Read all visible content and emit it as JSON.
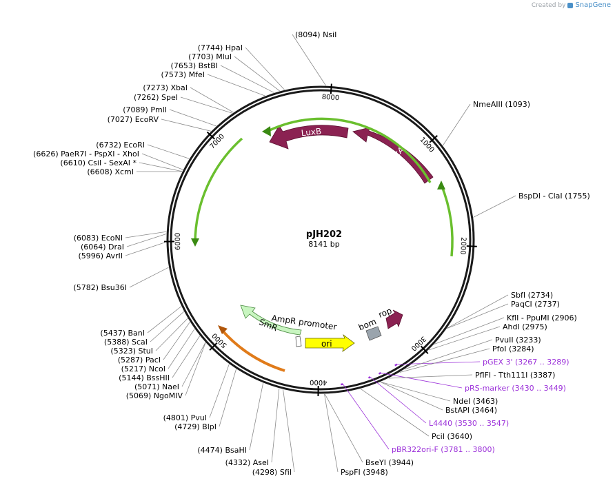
{
  "header": {
    "created_by": "Created by",
    "brand": "SnapGene"
  },
  "plasmid": {
    "name": "pJH202",
    "size": "8141 bp",
    "length": 8141
  },
  "ticks": [
    {
      "pos": 0,
      "label": "8000"
    },
    {
      "pos": 1000,
      "label": "1000"
    },
    {
      "pos": 2000,
      "label": "2000"
    },
    {
      "pos": 3000,
      "label": "3000"
    },
    {
      "pos": 4000,
      "label": "4000"
    },
    {
      "pos": 5000,
      "label": "5000"
    },
    {
      "pos": 6000,
      "label": "6000"
    },
    {
      "pos": 7000,
      "label": "7000"
    }
  ],
  "sites": [
    {
      "text": "(8094)  NsiI",
      "pos": 8094
    },
    {
      "text": "(7744)  HpaI",
      "pos": 7744
    },
    {
      "text": "(7703)  MluI",
      "pos": 7703
    },
    {
      "text": "(7653)  BstBI",
      "pos": 7653
    },
    {
      "text": "(7573)  MfeI",
      "pos": 7573
    },
    {
      "text": "(7273)  XbaI",
      "pos": 7273
    },
    {
      "text": "(7262)  SpeI",
      "pos": 7262
    },
    {
      "text": "(7089)  PmlI",
      "pos": 7089
    },
    {
      "text": "(7027)  EcoRV",
      "pos": 7027
    },
    {
      "text": "(6732)  EcoRI",
      "pos": 6732
    },
    {
      "text": "(6626)  PaeR7I - PspXI - XhoI",
      "pos": 6626
    },
    {
      "text": "(6610)  CsiI - SexAI *",
      "pos": 6610
    },
    {
      "text": "(6608)  XcmI",
      "pos": 6608
    },
    {
      "text": "NmeAIII    (1093)",
      "pos": 1093
    },
    {
      "text": "BspDI - ClaI    (1755)",
      "pos": 1755
    },
    {
      "text": "(6083)  EcoNI",
      "pos": 6083
    },
    {
      "text": "(6064)  DraI",
      "pos": 6064
    },
    {
      "text": "(5996)  AvrII",
      "pos": 5996
    },
    {
      "text": "(5782)  Bsu36I",
      "pos": 5782
    },
    {
      "text": "SbfI    (2734)",
      "pos": 2734
    },
    {
      "text": "PaqCI    (2737)",
      "pos": 2737
    },
    {
      "text": "KflI - PpuMI    (2906)",
      "pos": 2906
    },
    {
      "text": "AhdI    (2975)",
      "pos": 2975
    },
    {
      "text": "PvuII    (3233)",
      "pos": 3233
    },
    {
      "text": "PfoI    (3284)",
      "pos": 3284
    },
    {
      "text": "PflFI - Tth111I    (3387)",
      "pos": 3387
    },
    {
      "text": "NdeI    (3463)",
      "pos": 3463
    },
    {
      "text": "BstAPI    (3464)",
      "pos": 3464
    },
    {
      "text": "PciI    (3640)",
      "pos": 3640
    },
    {
      "text": "BseYI    (3944)",
      "pos": 3944
    },
    {
      "text": "PspFI    (3948)",
      "pos": 3948
    },
    {
      "text": "(5437)  BanI",
      "pos": 5437
    },
    {
      "text": "(5388)  ScaI",
      "pos": 5388
    },
    {
      "text": "(5323)  StuI",
      "pos": 5323
    },
    {
      "text": "(5287)  PacI",
      "pos": 5287
    },
    {
      "text": "(5217)  NcoI",
      "pos": 5217
    },
    {
      "text": "(5144)  BssHII",
      "pos": 5144
    },
    {
      "text": "(5071)  NaeI",
      "pos": 5071
    },
    {
      "text": "(5069)  NgoMIV",
      "pos": 5069
    },
    {
      "text": "(4801)  PvuI",
      "pos": 4801
    },
    {
      "text": "(4729)  BlpI",
      "pos": 4729
    },
    {
      "text": "(4474)  BsaHI",
      "pos": 4474
    },
    {
      "text": "(4332)  AseI",
      "pos": 4332
    },
    {
      "text": "(4298)  SfiI",
      "pos": 4298
    }
  ],
  "primers": [
    {
      "text": "pGEX 3'    (3267 .. 3289)",
      "start": 3267,
      "end": 3289
    },
    {
      "text": "pRS-marker    (3430 .. 3449)",
      "start": 3430,
      "end": 3449
    },
    {
      "text": "L4440    (3530 .. 3547)",
      "start": 3530,
      "end": 3547
    },
    {
      "text": "pBR322ori-F    (3781 .. 3800)",
      "start": 3781,
      "end": 3800
    }
  ],
  "features": {
    "luxb": "LuxB",
    "luxa": "LuxA",
    "smr": "SmR",
    "ampr_promoter": "AmpR promoter",
    "ori": "ori",
    "bom": "bom",
    "rop": "rop"
  },
  "colors": {
    "lux": "#8b2252",
    "green": "#6abf2e",
    "orange": "#e07b1a",
    "smr": "#c8f5c0",
    "ori": "#ffff00",
    "bom": "#9aa4ad",
    "primer": "#9b30d9",
    "backbone": "#1a1a1a"
  }
}
